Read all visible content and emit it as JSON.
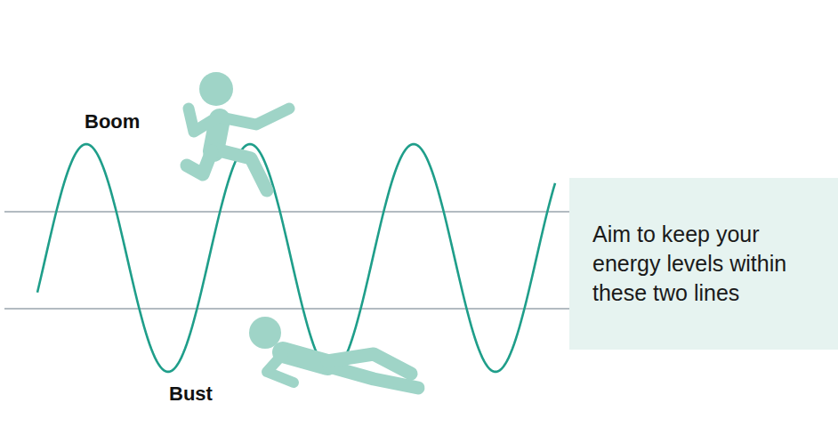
{
  "diagram": {
    "nodes": [
      {
        "text": [
          "Aim to keep your energy levels within these two lines"
        ]
      }
    ],
    "labels": [
      "Boom",
      "Bust"
    ]
  }
}
